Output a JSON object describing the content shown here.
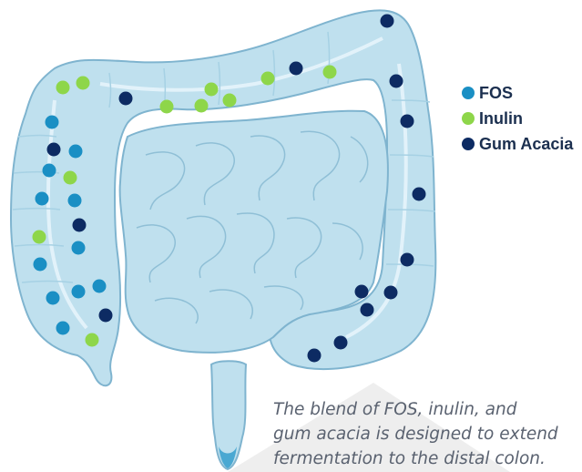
{
  "colors": {
    "fos": "#1a8fc4",
    "inulin": "#8ed64a",
    "gum_acacia": "#0d2b63",
    "intestine_fill": "#bfe0ee",
    "intestine_shade": "#8fc7de",
    "intestine_stroke": "#7fb4cf",
    "caption_bg": "#eeeeee",
    "caption_text": "#5a6270"
  },
  "legend": [
    {
      "key": "fos",
      "label": "FOS",
      "color": "#1a8fc4"
    },
    {
      "key": "inulin",
      "label": "Inulin",
      "color": "#8ed64a"
    },
    {
      "key": "gum_acacia",
      "label": "Gum Acacia",
      "color": "#0d2b63"
    }
  ],
  "caption": {
    "line1": "The blend of FOS, inulin, and",
    "line2": "gum acacia is designed to extend",
    "line3": "fermentation to the distal colon."
  }
}
